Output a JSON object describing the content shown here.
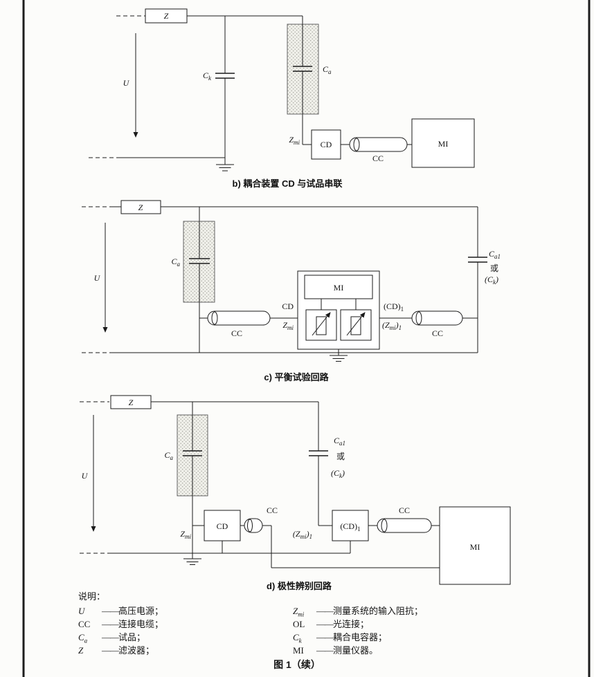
{
  "figure": {
    "caption_b": "b) 耦合装置 CD 与试品串联",
    "caption_c": "c) 平衡试验回路",
    "caption_d": "d) 极性辨别回路",
    "figure_label": "图 1（续）"
  },
  "labels": {
    "z": "Z",
    "u": "U",
    "cd": "CD",
    "cc": "CC",
    "mi": "MI",
    "c_main": "C",
    "z_main": "Z",
    "sub_k": "k",
    "sub_a": "a",
    "sub_a1": "a1",
    "sub_mi": "mi",
    "sub_1": "1",
    "or": "或",
    "paren_cd": "(CD)",
    "paren_z_open": "(Z",
    "paren_c_open": "(C",
    "paren_close": ")"
  },
  "legend": {
    "title": "说明：",
    "left": [
      {
        "term": "U",
        "sub": "",
        "dash": "——",
        "desc": "高压电源；"
      },
      {
        "term": "CC",
        "sub": "",
        "dash": "——",
        "desc": "连接电缆；"
      },
      {
        "term": "C",
        "sub": "a",
        "dash": "——",
        "desc": "试品；"
      },
      {
        "term": "Z",
        "sub": "",
        "dash": "——",
        "desc": "滤波器；"
      }
    ],
    "right": [
      {
        "term": "Z",
        "sub": "mi",
        "dash": "——",
        "desc": "测量系统的输入阻抗；"
      },
      {
        "term": "OL",
        "sub": "",
        "dash": "——",
        "desc": "光连接；"
      },
      {
        "term": "C",
        "sub": "k",
        "dash": "——",
        "desc": "耦合电容器；"
      },
      {
        "term": "MI",
        "sub": "",
        "dash": "——",
        "desc": "测量仪器。"
      }
    ]
  }
}
